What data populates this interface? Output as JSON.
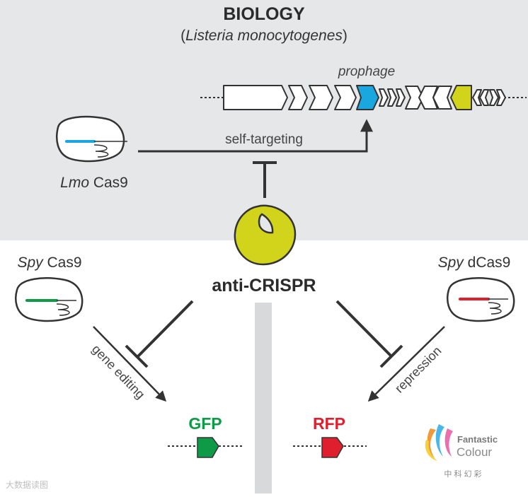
{
  "header": {
    "title": "BIOLOGY",
    "subtitle_open": "(",
    "subtitle_italic": "Listeria monocytogenes",
    "subtitle_close": ")"
  },
  "prophage": {
    "label": "prophage"
  },
  "lmo": {
    "species": "Lmo",
    "protein": " Cas9",
    "edge_label": "self-targeting"
  },
  "acr": {
    "label": "anti-CRISPR"
  },
  "spy_left": {
    "species": "Spy",
    "protein": " Cas9",
    "edge_label": "gene editing"
  },
  "spy_right": {
    "species": "Spy",
    "protein": " dCas9",
    "edge_label": "repression"
  },
  "reporters": {
    "gfp": "GFP",
    "rfp": "RFP"
  },
  "logo": {
    "line1": "Fantastic",
    "line2": "Colour",
    "chinese": "中 科 幻 彩"
  },
  "watermark": {
    "text": "大数据读图"
  },
  "colors": {
    "panel": "#e6e7e8",
    "divider": "#d8d9da",
    "acr_yellow": "#d2d41c",
    "blue_gene": "#1aa6df",
    "gfp_green": "#0f9a48",
    "rfp_red": "#df1f2d",
    "stroke": "#3a3a3a"
  }
}
